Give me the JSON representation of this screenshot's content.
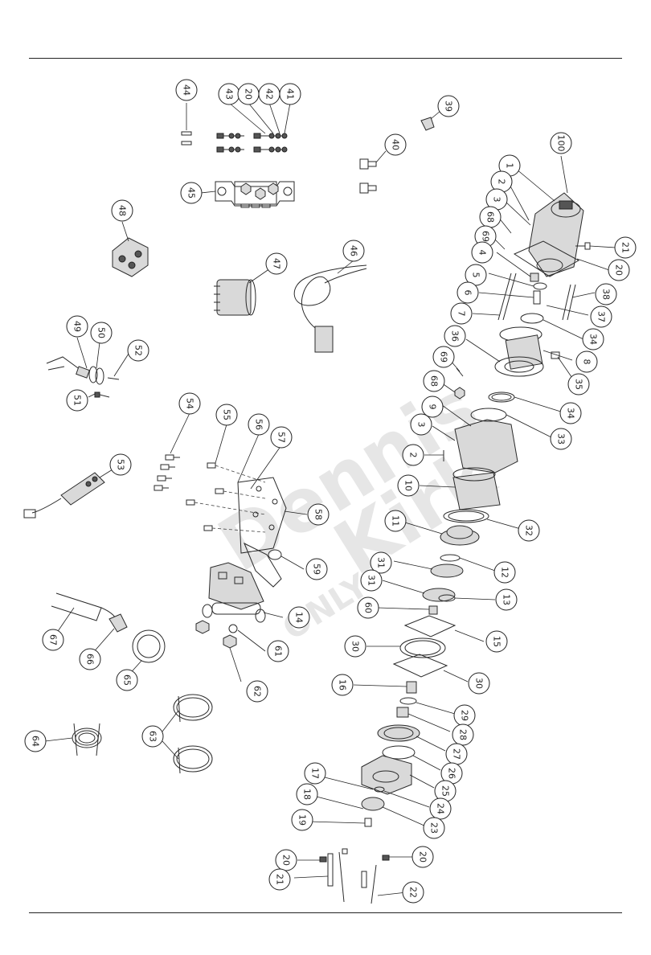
{
  "watermark": {
    "line1": "Dennis",
    "line2": "Kirk",
    "line3": "ONLY"
  },
  "callouts": [
    "44",
    "43",
    "20",
    "42",
    "41",
    "39",
    "40",
    "45",
    "48",
    "100",
    "1",
    "2",
    "3",
    "68",
    "69",
    "21",
    "20",
    "4",
    "5",
    "6",
    "7",
    "38",
    "37",
    "34",
    "36",
    "8",
    "35",
    "47",
    "46",
    "49",
    "50",
    "52",
    "51",
    "54",
    "55",
    "56",
    "57",
    "53",
    "69",
    "68",
    "9",
    "3",
    "2",
    "34",
    "33",
    "10",
    "58",
    "32",
    "11",
    "59",
    "12",
    "31",
    "13",
    "31",
    "14",
    "60",
    "15",
    "30",
    "61",
    "30",
    "16",
    "62",
    "29",
    "67",
    "66",
    "65",
    "28",
    "27",
    "26",
    "25",
    "64",
    "63",
    "17",
    "24",
    "18",
    "23",
    "19",
    "20",
    "21",
    "20",
    "22"
  ]
}
